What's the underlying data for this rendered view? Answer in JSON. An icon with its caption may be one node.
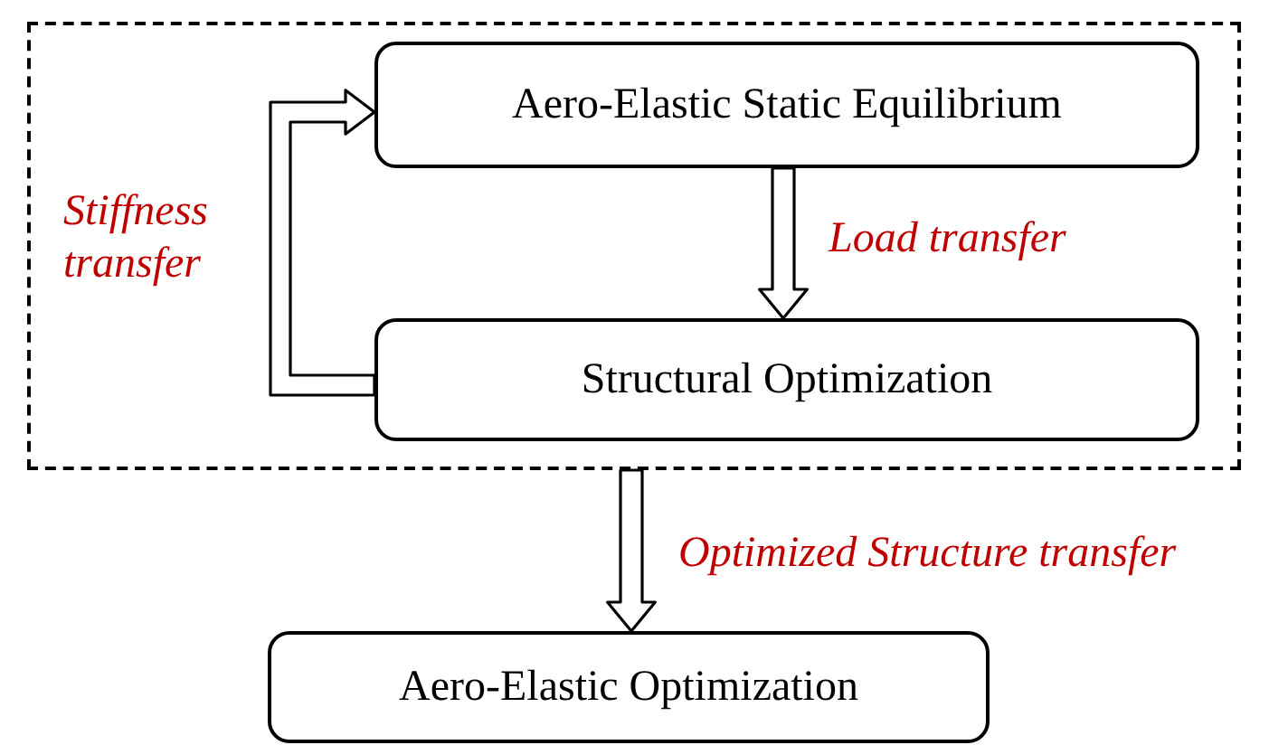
{
  "diagram": {
    "nodes": [
      {
        "text": [],
        "shape": "box"
      },
      {
        "text": [
          "Aero-Elastic Static Equilibrium"
        ],
        "in": 0
      },
      {
        "text": [
          "Structural Optimization"
        ],
        "in": 0
      },
      {
        "text": [
          "Aero-Elastic Optimization"
        ]
      }
    ],
    "edges": [
      {
        "from": 1,
        "to": 2,
        "arrow": "to",
        "label": "Load transfer"
      },
      {
        "from": 2,
        "to": 1,
        "arrow": "to",
        "label": "Stiffness transfer"
      },
      {
        "from": 0,
        "to": 3,
        "arrow": "to",
        "label": "Optimized Structure transfer"
      }
    ]
  }
}
